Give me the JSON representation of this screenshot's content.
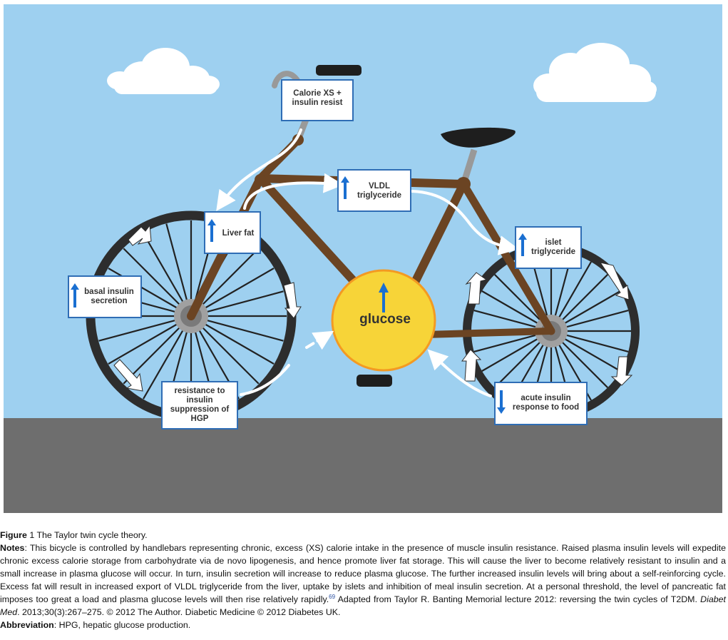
{
  "diagram": {
    "boxes": {
      "calorie": "Calorie XS +\ninsulin resist",
      "liver_fat": "Liver fat",
      "vldl": "VLDL\ntriglyceride",
      "islet": "islet\ntriglyceride",
      "basal": "basal insulin\nsecretion",
      "resistance": "resistance to\ninsulin\nsuppression of\nHGP",
      "acute": "acute insulin\nresponse to food"
    },
    "glucose": "glucose",
    "colors": {
      "sky": "#9ed0f0",
      "ground": "#6e6e6e",
      "frame": "#6b4423",
      "tire": "#2d2d2d",
      "hub": "#8e8e8e",
      "glucose_fill": "#f7d438",
      "glucose_border": "#f39a22",
      "box_border": "#2f6db5",
      "arrow_blue": "#1a6fd1"
    }
  },
  "caption": {
    "figure_label": "Figure",
    "figure_number": "1",
    "figure_title": "The Taylor twin cycle theory.",
    "notes_label": "Notes",
    "notes_text": ": This bicycle is controlled by handlebars representing chronic, excess (XS) calorie intake in the presence of muscle insulin resistance. Raised plasma insulin levels will expedite chronic excess calorie storage from carbohydrate via de novo lipogenesis, and hence promote liver fat storage. This will cause the liver to become relatively resistant to insulin and a small increase in plasma glucose will occur. In turn, insulin secretion will increase to reduce plasma glucose. The further increased insulin levels will bring about a self-reinforcing cycle. Excess fat will result in increased export of VLDL triglyceride from the liver, uptake by islets and inhibition of meal insulin secretion. At a personal threshold, the level of pancreatic fat imposes too great a load and plasma glucose levels will then rise relatively rapidly.",
    "reference_number": "69",
    "adapted_text": " Adapted from Taylor R. Banting Memorial lecture 2012: reversing the twin cycles of T2DM. ",
    "journal": "Diabet Med",
    "citation_text": ". 2013;30(3):267–275. © 2012 The Author. Diabetic Medicine © 2012 Diabetes UK.",
    "abbreviation_label": "Abbreviation",
    "abbreviation_text": ": HPG, hepatic glucose production."
  }
}
